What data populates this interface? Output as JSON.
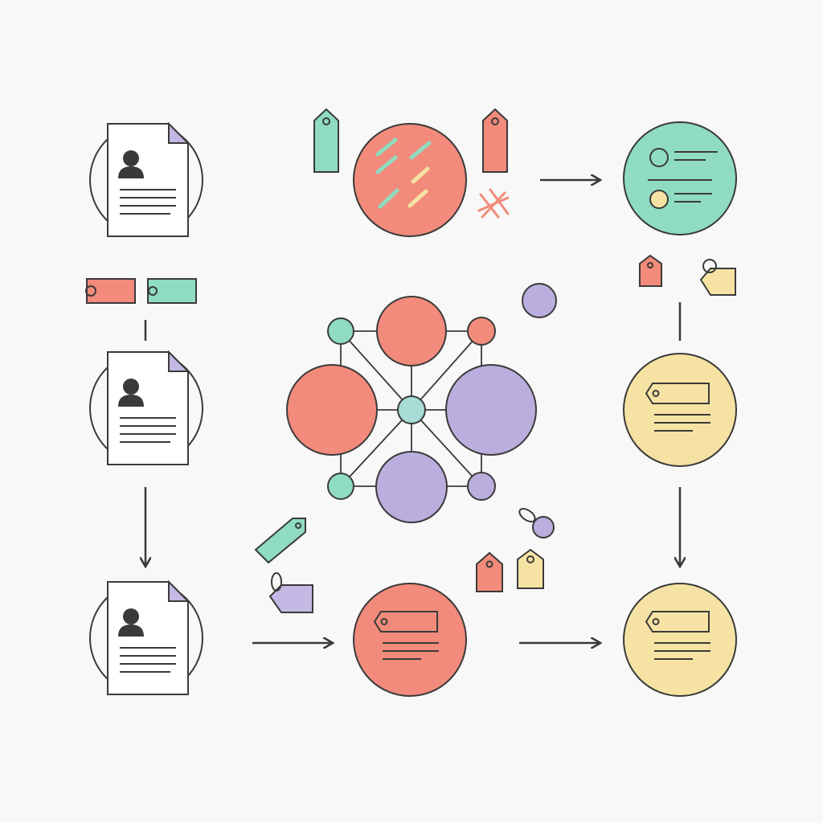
{
  "colors": {
    "background": "#f7f8f7",
    "stroke": "#3a3a3a",
    "coral": "#f28b7b",
    "mint": "#8fdcc0",
    "lavender": "#bbaede",
    "butter": "#f6e3a4",
    "violet": "#c4b8e4",
    "person": "#3a3a3a"
  },
  "documents": [
    {
      "id": "doc-top",
      "icon": "person-icon"
    },
    {
      "id": "doc-middle",
      "icon": "person-icon"
    },
    {
      "id": "doc-bottom",
      "icon": "person-icon"
    }
  ],
  "circles": [
    {
      "id": "tagging-circle",
      "fill": "coral",
      "content": "color-strokes"
    },
    {
      "id": "sorted-circle",
      "fill": "mint",
      "content": "list-with-dots"
    },
    {
      "id": "label-circle-middle",
      "fill": "butter",
      "content": "tag-with-lines"
    },
    {
      "id": "label-circle-bottom-center",
      "fill": "coral",
      "content": "tag-with-lines"
    },
    {
      "id": "label-circle-bottom-right",
      "fill": "butter",
      "content": "tag-with-lines"
    }
  ],
  "network": {
    "center": "mint",
    "nodes": [
      "coral",
      "coral",
      "lavender",
      "lavender",
      "mint",
      "coral",
      "mint",
      "lavender"
    ]
  }
}
